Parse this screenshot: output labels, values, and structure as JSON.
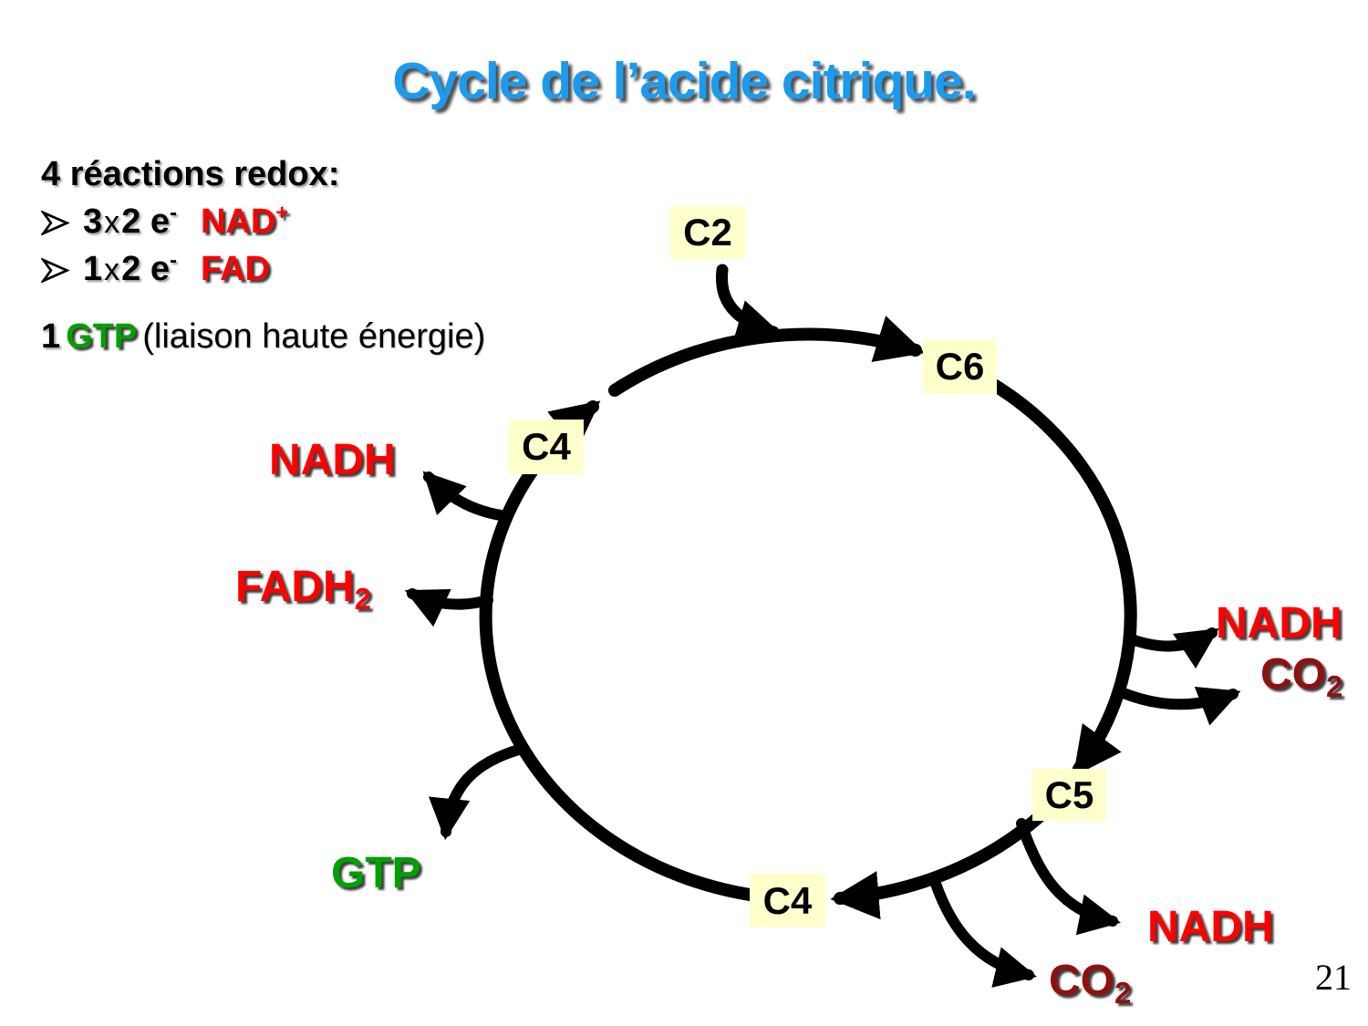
{
  "title": "Cycle de l’acide citrique.",
  "page_number": "21",
  "info_panel": {
    "heading": "4 réactions redox:",
    "bullets": [
      {
        "factor": "3",
        "times": "x",
        "amount": "2 e",
        "amount_sup": "-",
        "carrier": "NAD",
        "carrier_sup": "+"
      },
      {
        "factor": "1",
        "times": "x",
        "amount": "2 e",
        "amount_sup": "-",
        "carrier": "FAD",
        "carrier_sup": ""
      }
    ],
    "gtp_line": {
      "count": "1",
      "molecule": "GTP",
      "note": "(liaison haute énergie)"
    }
  },
  "cycle": {
    "direction": "clockwise",
    "entry_node": {
      "label": "C2"
    },
    "nodes": {
      "c6": {
        "label": "C6"
      },
      "c5": {
        "label": "C5"
      },
      "c4_bottom": {
        "label": "C4"
      },
      "c4_left": {
        "label": "C4"
      }
    },
    "products": {
      "nadh_left": {
        "text": "NADH",
        "sub": ""
      },
      "fadh2_left": {
        "text": "FADH",
        "sub": "2"
      },
      "gtp_bottom": {
        "text": "GTP",
        "sub": ""
      },
      "nadh_right": {
        "text": "NADH",
        "sub": ""
      },
      "co2_right": {
        "text": "CO",
        "sub": "2"
      },
      "nadh_bottom_right": {
        "text": "NADH",
        "sub": ""
      },
      "co2_bottom": {
        "text": "CO",
        "sub": "2"
      }
    }
  },
  "colors": {
    "title_blue": "#1c9aec",
    "product_red": "#ff0000",
    "co2_dark_red": "#8e1111",
    "gtp_green": "#00a000",
    "node_bg_yellow": "#ffffcc",
    "arrow_black": "#000000"
  }
}
